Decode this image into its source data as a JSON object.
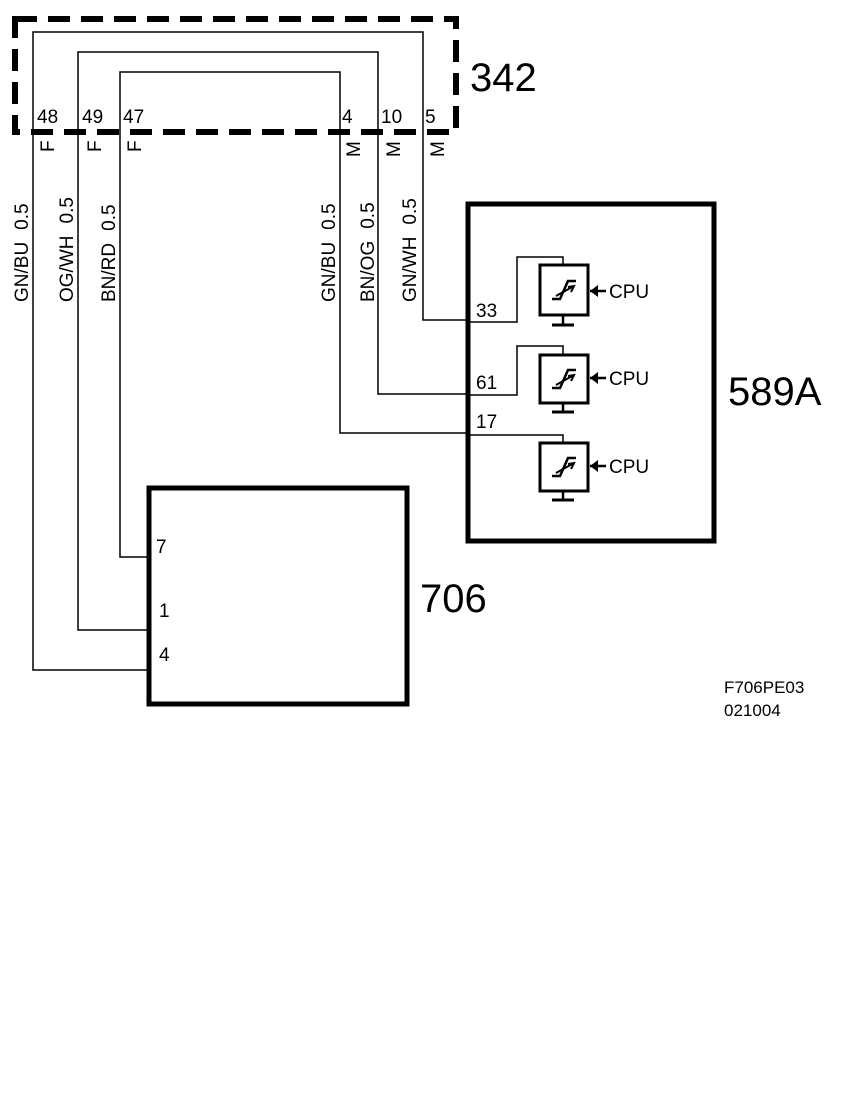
{
  "connector_342": {
    "id": "342",
    "pins": [
      {
        "num": "48",
        "type": "F",
        "wire": "GN/BU",
        "size": "0.5"
      },
      {
        "num": "49",
        "type": "F",
        "wire": "OG/WH",
        "size": "0.5"
      },
      {
        "num": "47",
        "type": "F",
        "wire": "BN/RD",
        "size": "0.5"
      },
      {
        "num": "4",
        "type": "M",
        "wire": "GN/BU",
        "size": "0.5"
      },
      {
        "num": "10",
        "type": "M",
        "wire": "BN/OG",
        "size": "0.5"
      },
      {
        "num": "5",
        "type": "M",
        "wire": "GN/WH",
        "size": "0.5"
      }
    ]
  },
  "module_589A": {
    "id": "589A",
    "pins": [
      "33",
      "61",
      "17"
    ],
    "cpu_label": "CPU"
  },
  "module_706": {
    "id": "706",
    "pins": [
      "7",
      "1",
      "4"
    ]
  },
  "reference": {
    "code": "F706PE03",
    "date": "021004"
  }
}
